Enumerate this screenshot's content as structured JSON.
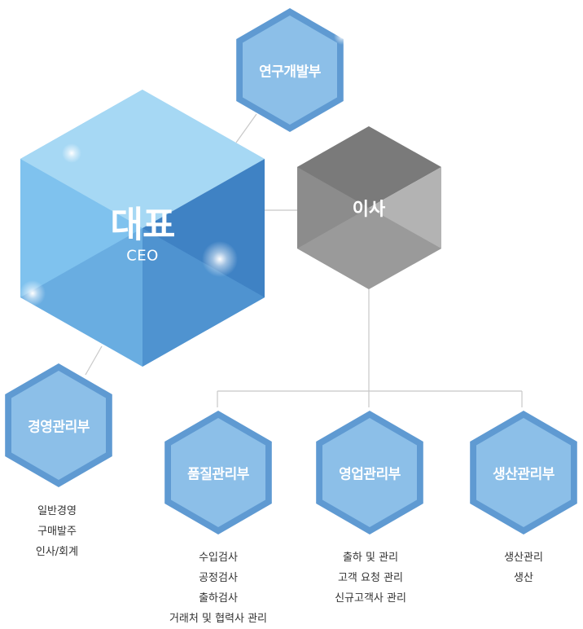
{
  "ceo": {
    "title": "대표",
    "subtitle": "CEO"
  },
  "director": {
    "title": "이사"
  },
  "research": {
    "title": "연구개발부"
  },
  "management": {
    "title": "경영관리부",
    "tasks": [
      "일반경영",
      "구매발주",
      "인사/회계"
    ]
  },
  "departments": [
    {
      "title": "품질관리부",
      "tasks": [
        "수입검사",
        "공정검사",
        "출하검사",
        "거래처 및 협력사 관리"
      ]
    },
    {
      "title": "영업관리부",
      "tasks": [
        "출하 및 관리",
        "고객 요청 관리",
        "신규고객사 관리"
      ]
    },
    {
      "title": "생산관리부",
      "tasks": [
        "생산관리",
        "생산"
      ]
    }
  ],
  "colors": {
    "hex_fill": "#8cbfe8",
    "hex_border": "#5f9ad2",
    "ceo_light": "#a9daf5",
    "ceo_dark": "#2f6fb4",
    "director_light": "#b0b0b0",
    "director_dark": "#6f6f6f",
    "connector": "#c8c8c8",
    "task_text": "#333333"
  }
}
